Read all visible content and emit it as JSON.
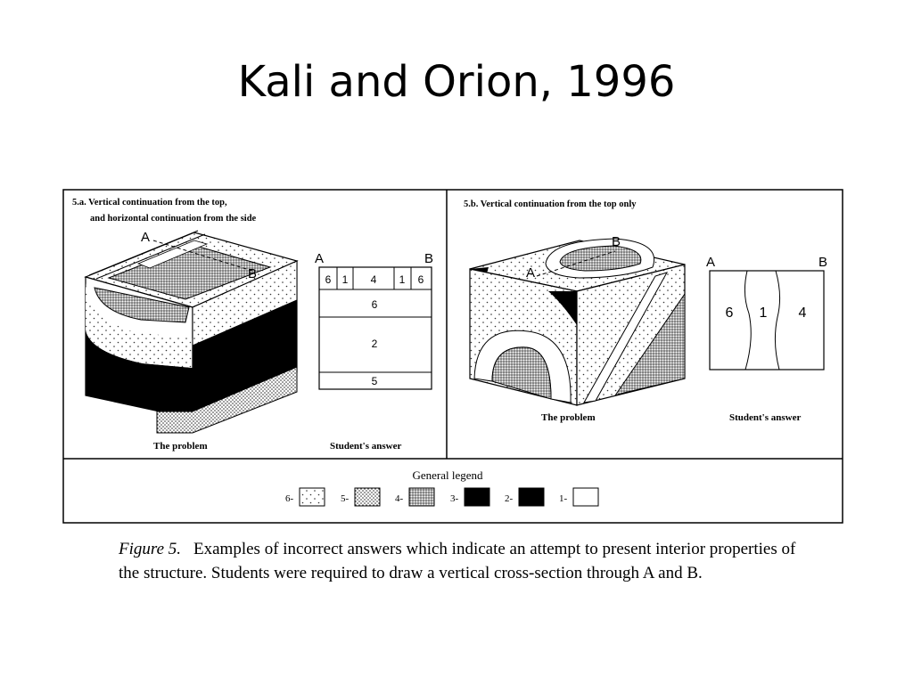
{
  "slide": {
    "title": "Kali and Orion, 1996"
  },
  "figure": {
    "panel_a": {
      "heading_line1": "5.a. Vertical continuation from the top,",
      "heading_line2": "and horizontal continuation from the side",
      "label_a": "A",
      "label_b": "B",
      "problem_caption": "The problem",
      "answer_caption": "Student's answer",
      "answer_top_row": [
        "6",
        "1",
        "4",
        "1",
        "6"
      ],
      "answer_layers": [
        "6",
        "2",
        "5"
      ]
    },
    "panel_b": {
      "heading": "5.b. Vertical continuation from the top only",
      "label_a": "A",
      "label_b": "B",
      "problem_caption": "The problem",
      "answer_caption": "Student's answer",
      "answer_columns": [
        "6",
        "1",
        "4"
      ]
    },
    "legend": {
      "title": "General legend",
      "items": [
        {
          "label": "6-",
          "pattern": "sparse-dots"
        },
        {
          "label": "5-",
          "pattern": "dense-dots"
        },
        {
          "label": "4-",
          "pattern": "stipple"
        },
        {
          "label": "3-",
          "pattern": "solid-black"
        },
        {
          "label": "2-",
          "pattern": "solid-black"
        },
        {
          "label": "1-",
          "pattern": "blank"
        }
      ]
    },
    "caption": {
      "label": "Figure 5.",
      "text": "Examples of incorrect answers which indicate an attempt to present interior properties of the structure. Students were required to draw a vertical cross-section through A and B."
    }
  }
}
